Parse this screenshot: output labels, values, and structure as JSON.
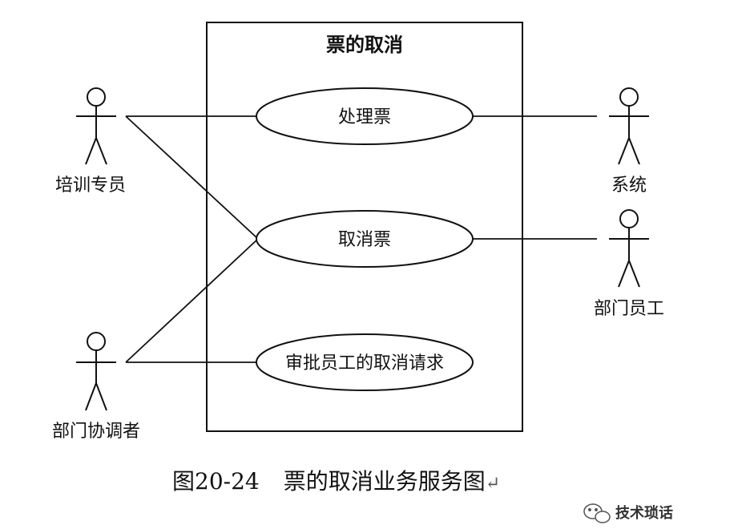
{
  "diagram": {
    "title": "票的取消",
    "use_cases": {
      "process_ticket": "处理票",
      "cancel_ticket": "取消票",
      "approve_cancel": "审批员工的取消请求"
    },
    "actors": {
      "training_specialist": "培训专员",
      "dept_coordinator": "部门协调者",
      "system": "系统",
      "dept_employee": "部门员工"
    }
  },
  "caption": {
    "figure_number": "图20-24",
    "text": "票的取消业务服务图",
    "return_mark": "↵"
  },
  "watermark": {
    "text": "技术琐话"
  }
}
